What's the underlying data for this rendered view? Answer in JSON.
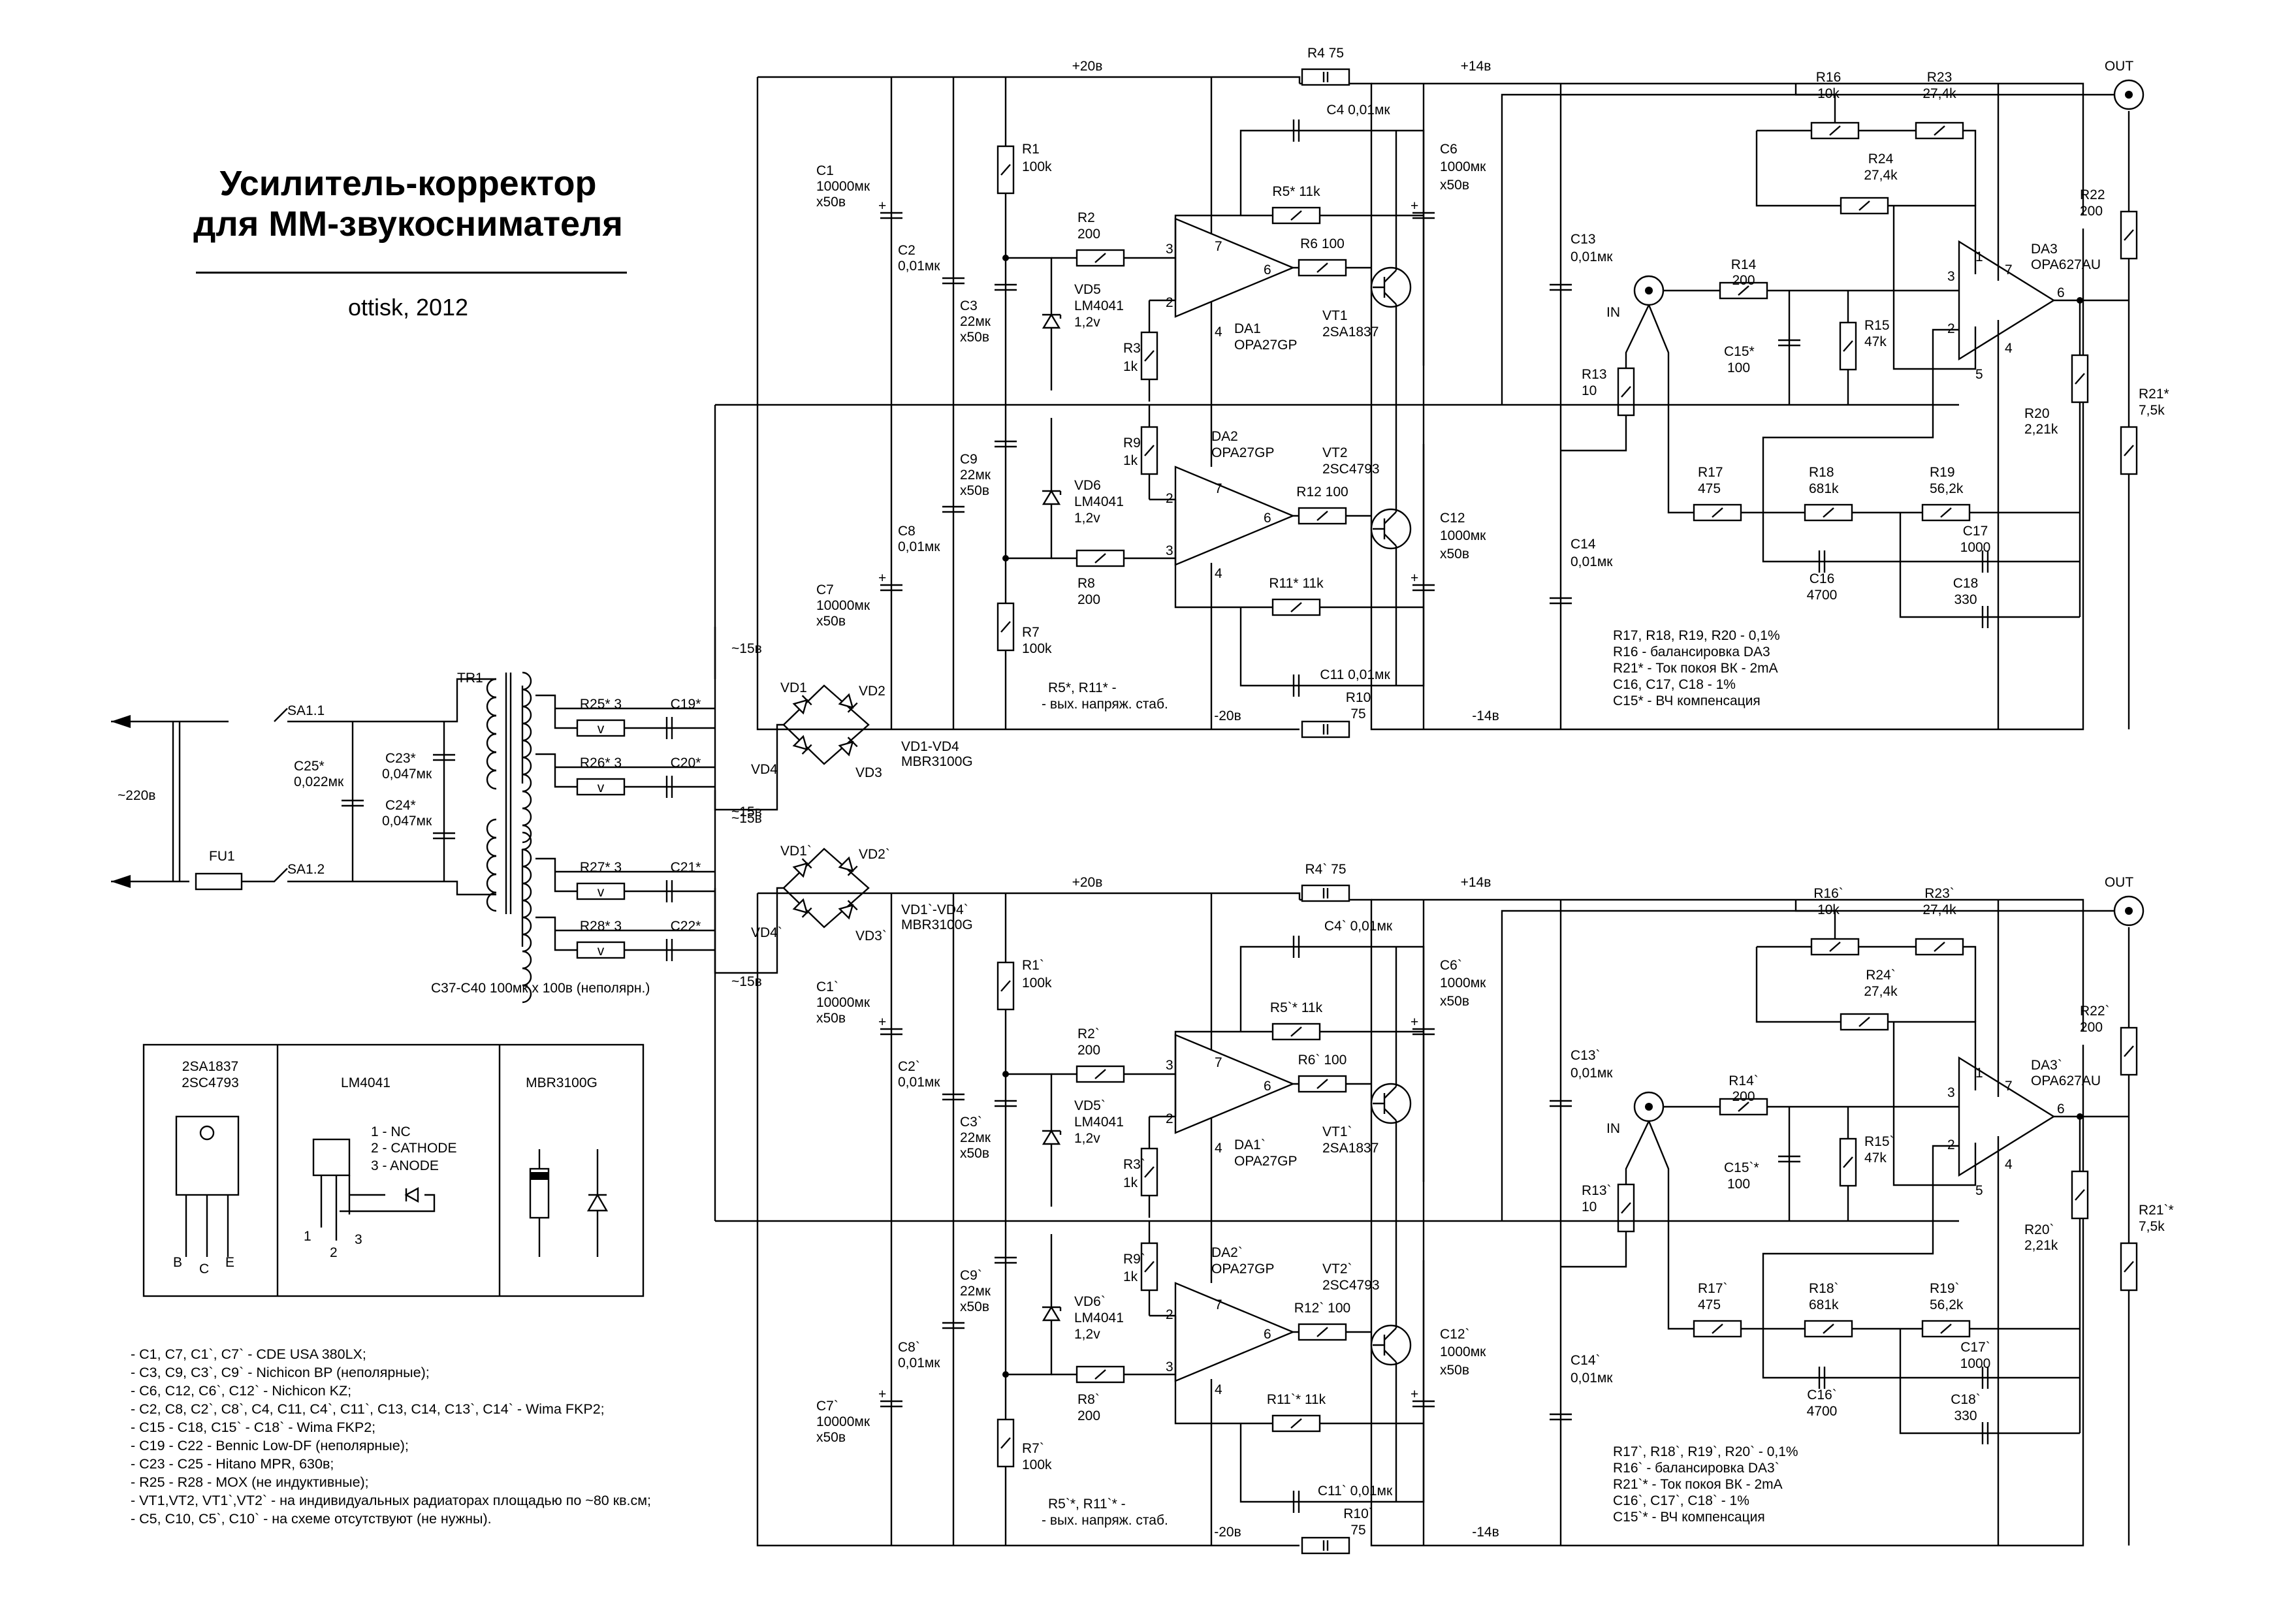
{
  "title": {
    "line1": "Усилитель-корректор",
    "line2": "для ММ-звукоснимателя",
    "author": "ottisk, 2012"
  },
  "mains": {
    "voltage": "~220в",
    "fuse": "FU1",
    "switch_a": "SA1.1",
    "switch_b": "SA1.2",
    "c25": "C25*",
    "c25_value": "0,022мк",
    "c23": "C23*",
    "c23_value": "0,047мк",
    "c24": "C24*",
    "c24_value": "0,047мк",
    "transformer": "TR1",
    "snubber_note": "C37-C40 100мк х 100в (неполярн.)"
  },
  "psu1": {
    "r25": "R25* 3",
    "c19": "C19*",
    "r26": "R26* 3",
    "c20": "C20*",
    "ac_top": "~15в",
    "ac_bot": "~15в",
    "vd1": "VD1",
    "vd2": "VD2",
    "vd3": "VD3",
    "vd4": "VD4",
    "bridge": "VD1-VD4",
    "bridge_part": "MBR3100G"
  },
  "psu2": {
    "r27": "R27* 3",
    "c21": "C21*",
    "r28": "R28* 3",
    "c22": "C22*",
    "ac_top": "~15в",
    "ac_bot": "~15в",
    "vd1": "VD1`",
    "vd2": "VD2`",
    "vd3": "VD3`",
    "vd4": "VD4`",
    "bridge": "VD1`-VD4`",
    "bridge_part": "MBR3100G"
  },
  "ch1": {
    "rail_p20": "+20в",
    "rail_p14": "+14в",
    "rail_m20": "-20в",
    "rail_m14": "-14в",
    "r4": "R4 75",
    "r10": "R10",
    "r10_value": "75",
    "c1": "C1",
    "c1_v1": "10000мк",
    "c1_v2": "x50в",
    "c2": "C2",
    "c2_v1": "0,01мк",
    "c3": "C3",
    "c3_v1": "22мк",
    "c3_v2": "x50в",
    "c9": "C9",
    "c9_v1": "22мк",
    "c9_v2": "x50в",
    "c8": "C8",
    "c8_v1": "0,01мк",
    "c7": "C7",
    "c7_v1": "10000мк",
    "c7_v2": "x50в",
    "r1": "R1",
    "r1_v": "100k",
    "r7": "R7",
    "r7_v": "100k",
    "r2": "R2",
    "r2_v": "200",
    "r8": "R8",
    "r8_v": "200",
    "vd5": "VD5",
    "vd5_v1": "LM4041",
    "vd5_v2": "1,2v",
    "vd6": "VD6",
    "vd6_v1": "LM4041",
    "vd6_v2": "1,2v",
    "r3": "R3",
    "r3_v": "1k",
    "r9": "R9",
    "r9_v": "1k",
    "c4": "C4 0,01мк",
    "r5": "R5* 11k",
    "r6": "R6 100",
    "da1": "DA1",
    "da1_v": "OPA27GP",
    "vt1": "VT1",
    "vt1_v": "2SA1837",
    "da2": "DA2",
    "da2_v": "OPA27GP",
    "vt2": "VT2",
    "vt2_v": "2SC4793",
    "r12": "R12 100",
    "r11": "R11* 11k",
    "c11": "C11 0,01мк",
    "stab_note1": "R5*, R11* -",
    "stab_note2": "- вых. напряж. стаб.",
    "c6": "C6",
    "c6_v1": "1000мк",
    "c6_v2": "x50в",
    "c12": "C12",
    "c12_v1": "1000мк",
    "c12_v2": "x50в",
    "c13": "C13",
    "c13_v": "0,01мк",
    "c14": "C14",
    "c14_v": "0,01мк",
    "in": "IN",
    "out": "OUT",
    "r13": "R13",
    "r13_v": "10",
    "r14": "R14",
    "r14_v": "200",
    "c15": "C15*",
    "c15_v": "100",
    "r15": "R15",
    "r15_v": "47k",
    "r16": "R16",
    "r16_v": "10k",
    "r23": "R23",
    "r23_v": "27,4k",
    "r24": "R24",
    "r24_v": "27,4k",
    "da3": "DA3",
    "da3_v": "OPA627AU",
    "r22": "R22",
    "r22_v": "200",
    "r20": "R20",
    "r20_v": "2,21k",
    "r21": "R21*",
    "r21_v": "7,5k",
    "r17": "R17",
    "r17_v": "475",
    "r18": "R18",
    "r18_v": "681k",
    "r19": "R19",
    "r19_v": "56,2k",
    "c17": "C17",
    "c17_v": "1000",
    "c16": "C16",
    "c16_v": "4700",
    "c18": "C18",
    "c18_v": "330",
    "note1": "R17, R18, R19, R20 - 0,1%",
    "note2": "R16 - балансировка DA3",
    "note3": "R21* - Ток покоя ВК - 2mA",
    "note4": "C16, C17, C18 - 1%",
    "note5": "C15* - ВЧ компенсация"
  },
  "ch2": {
    "rail_p20": "+20в",
    "rail_p14": "+14в",
    "rail_m20": "-20в",
    "rail_m14": "-14в",
    "r4": "R4` 75",
    "r10": "R10`",
    "r10_value": "75",
    "c1": "C1`",
    "c1_v1": "10000мк",
    "c1_v2": "x50в",
    "c2": "C2`",
    "c2_v1": "0,01мк",
    "c3": "C3`",
    "c3_v1": "22мк",
    "c3_v2": "x50в",
    "c9": "C9`",
    "c9_v1": "22мк",
    "c9_v2": "x50в",
    "c8": "C8`",
    "c8_v1": "0,01мк",
    "c7": "C7`",
    "c7_v1": "10000мк",
    "c7_v2": "x50в",
    "r1": "R1`",
    "r1_v": "100k",
    "r7": "R7`",
    "r7_v": "100k",
    "r2": "R2`",
    "r2_v": "200",
    "r8": "R8`",
    "r8_v": "200",
    "vd5": "VD5`",
    "vd5_v1": "LM4041",
    "vd5_v2": "1,2v",
    "vd6": "VD6`",
    "vd6_v1": "LM4041",
    "vd6_v2": "1,2v",
    "r3": "R3`",
    "r3_v": "1k",
    "r9": "R9`",
    "r9_v": "1k",
    "c4": "C4` 0,01мк",
    "r5": "R5`* 11k",
    "r6": "R6` 100",
    "da1": "DA1`",
    "da1_v": "OPA27GP",
    "vt1": "VT1`",
    "vt1_v": "2SA1837",
    "da2": "DA2`",
    "da2_v": "OPA27GP",
    "vt2": "VT2`",
    "vt2_v": "2SC4793",
    "r12": "R12` 100",
    "r11": "R11`* 11k",
    "c11": "C11` 0,01мк",
    "stab_note1": "R5`*, R11`* -",
    "stab_note2": "- вых. напряж. стаб.",
    "c6": "C6`",
    "c6_v1": "1000мк",
    "c6_v2": "x50в",
    "c12": "C12`",
    "c12_v1": "1000мк",
    "c12_v2": "x50в",
    "c13": "C13`",
    "c13_v": "0,01мк",
    "c14": "C14`",
    "c14_v": "0,01мк",
    "in": "IN",
    "out": "OUT",
    "r13": "R13`",
    "r13_v": "10",
    "r14": "R14`",
    "r14_v": "200",
    "c15": "C15`*",
    "c15_v": "100",
    "r15": "R15`",
    "r15_v": "47k",
    "r16": "R16`",
    "r16_v": "10k",
    "r23": "R23`",
    "r23_v": "27,4k",
    "r24": "R24`",
    "r24_v": "27,4k",
    "da3": "DA3`",
    "da3_v": "OPA627AU",
    "r22": "R22`",
    "r22_v": "200",
    "r20": "R20`",
    "r20_v": "2,21k",
    "r21": "R21`*",
    "r21_v": "7,5k",
    "r17": "R17`",
    "r17_v": "475",
    "r18": "R18`",
    "r18_v": "681k",
    "r19": "R19`",
    "r19_v": "56,2k",
    "c17": "C17`",
    "c17_v": "1000",
    "c16": "C16`",
    "c16_v": "4700",
    "c18": "C18`",
    "c18_v": "330",
    "note1": "R17`, R18`, R19`, R20` - 0,1%",
    "note2": "R16` - балансировка DA3`",
    "note3": "R21`* - Ток покоя ВК - 2mA",
    "note4": "C16`, C17`, C18` - 1%",
    "note5": "C15`* - ВЧ компенсация"
  },
  "pinout": {
    "to220_l1": "2SA1837",
    "to220_l2": "2SC4793",
    "pin_b": "B",
    "pin_c": "C",
    "pin_e": "E",
    "lm_title": "LM4041",
    "lm_p1": "1 - NC",
    "lm_p2": "2 - CATHODE",
    "lm_p3": "3 - ANODE",
    "lm_n1": "1",
    "lm_n2": "2",
    "lm_n3": "3",
    "mbr_title": "MBR3100G"
  },
  "notes": [
    "- C1, C7, C1`, C7` - CDE USA 380LX;",
    "- C3, C9, C3`, C9` - Nichicon BP (неполярные);",
    "- C6, C12, C6`, C12` - Nichicon KZ;",
    "- C2, C8, C2`, C8`, C4, C11, C4`, C11`, C13, C14, C13`, C14` - Wima FKP2;",
    "- C15 - C18, C15` - C18` - Wima FKP2;",
    "- C19 - C22 - Bennic Low-DF (неполярные);",
    "- C23 - C25 - Hitano MPR, 630в;",
    "- R25 - R28 - MOX (не индуктивные);",
    "- VT1,VT2, VT1`,VT2` - на индивидуальных радиаторах площадью по ~80 кв.см;",
    "- C5, C10, C5`, C10` - на схеме отсутствуют (не нужны)."
  ]
}
